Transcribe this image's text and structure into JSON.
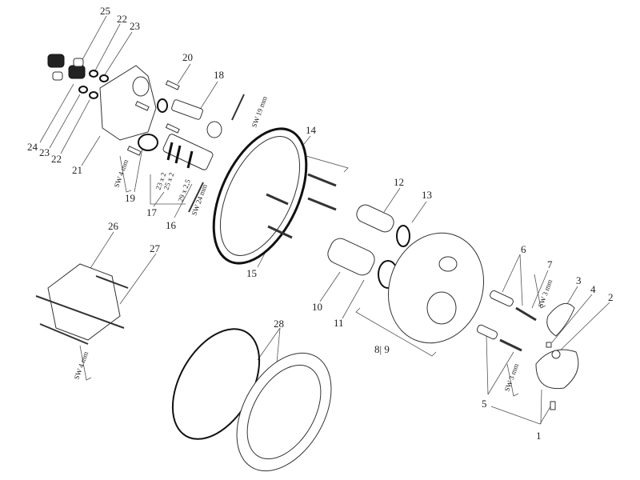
{
  "diagram": {
    "part_numbers": {
      "p1": "1",
      "p2": "2",
      "p3": "3",
      "p4": "4",
      "p5": "5",
      "p6": "6",
      "p7": "7",
      "p8_9": "8| 9",
      "p10": "10",
      "p11": "11",
      "p12": "12",
      "p13": "13",
      "p14": "14",
      "p15": "15",
      "p16": "16",
      "p17": "17",
      "p18": "18",
      "p19": "19",
      "p20": "20",
      "p21": "21",
      "p22a": "22",
      "p22b": "22",
      "p23a": "23",
      "p23b": "23",
      "p24": "24",
      "p25": "25",
      "p26": "26",
      "p27": "27",
      "p28": "28"
    },
    "tool_labels": {
      "sw19": "SW 19 mm",
      "sw4_top": "SW 4 mm",
      "sw24": "SW 24 mm",
      "sw3_top": "SW 3 mm",
      "sw3_bottom": "SW 3 mm",
      "sw4_bottom": "SW 4 mm"
    },
    "oring_sizes": {
      "a": "23 x 2",
      "b": "25 x 2",
      "c": "29 x 2,5"
    }
  }
}
